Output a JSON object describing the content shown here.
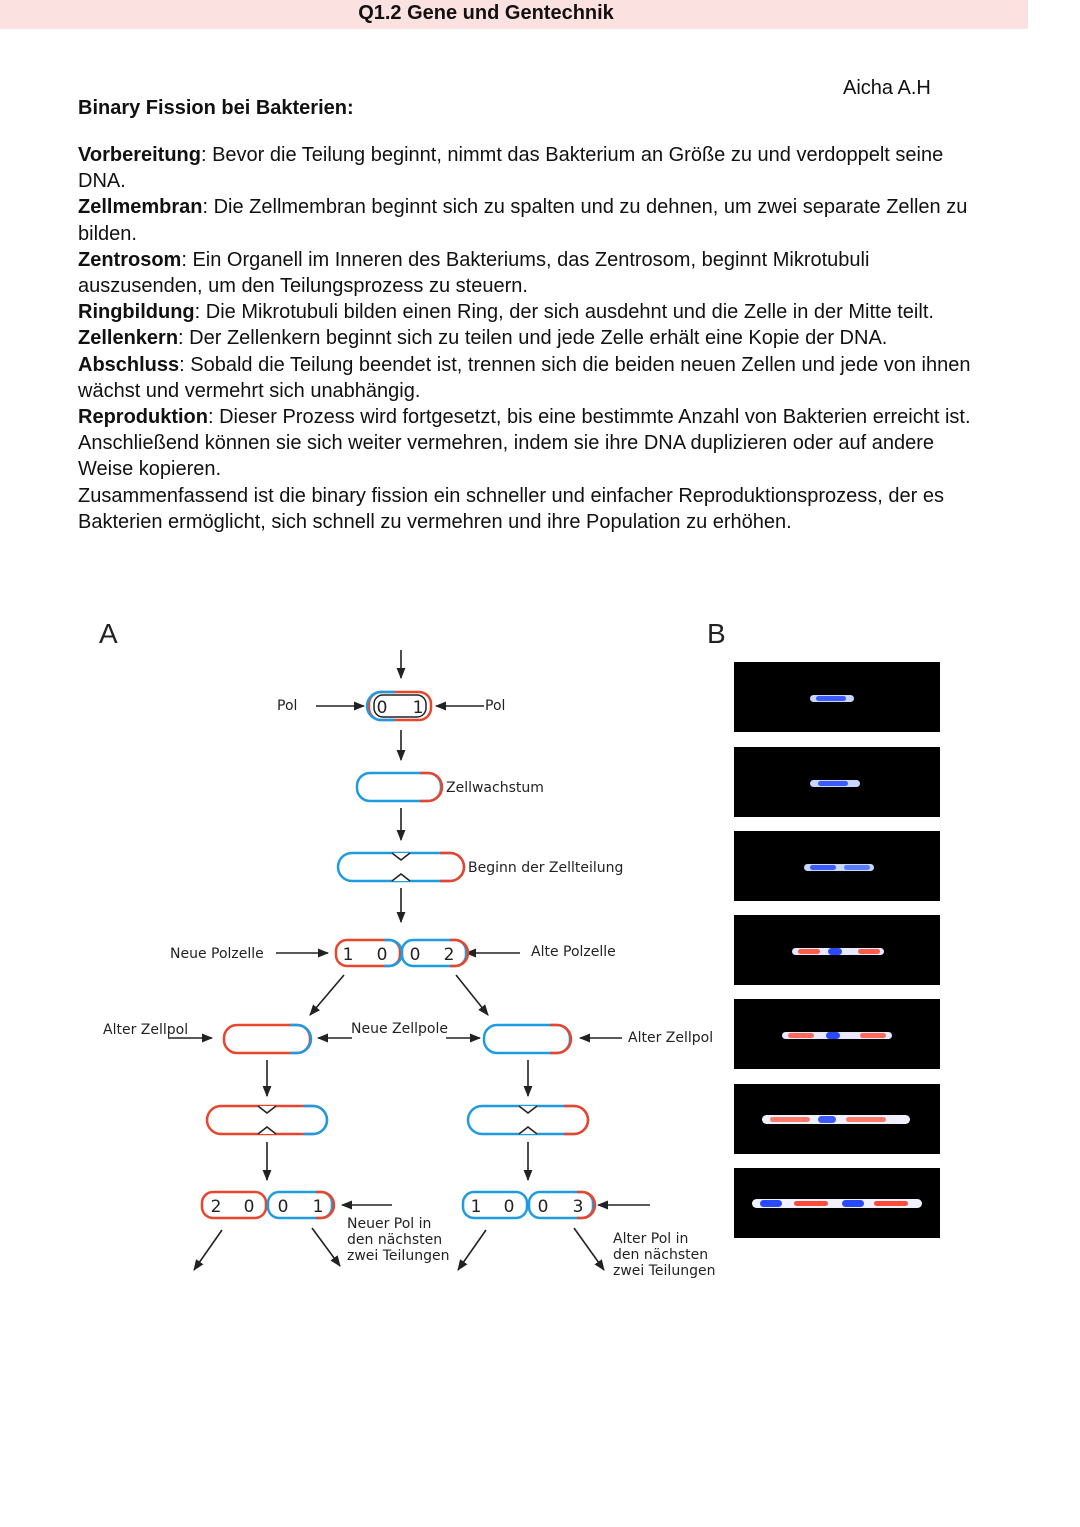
{
  "header": {
    "title": "Q1.2 Gene und Gentechnik"
  },
  "author": "Aicha A.H",
  "heading": "Binary Fission bei Bakterien:",
  "paragraphs": [
    {
      "term": "Vorbereitung",
      "text": ": Bevor die Teilung beginnt, nimmt das Bakterium an Größe zu und verdoppelt seine DNA."
    },
    {
      "term": "Zellmembran",
      "text": ": Die Zellmembran beginnt sich zu spalten und zu dehnen, um zwei separate Zellen zu bilden."
    },
    {
      "term": "Zentrosom",
      "text": ": Ein Organell im Inneren des Bakteriums, das Zentrosom, beginnt Mikrotubuli auszusenden, um den Teilungsprozess zu steuern."
    },
    {
      "term": "Ringbildung",
      "text": ": Die Mikrotubuli bilden einen Ring, der sich ausdehnt und die Zelle in der Mitte teilt."
    },
    {
      "term": "Zellenkern",
      "text": ": Der Zellenkern beginnt sich zu teilen und jede Zelle erhält eine Kopie der DNA."
    },
    {
      "term": "Abschluss",
      "text": ": Sobald die Teilung beendet ist, trennen sich die beiden neuen Zellen und jede von ihnen wächst und vermehrt sich unabhängig."
    },
    {
      "term": "Reproduktion",
      "text": ": Dieser Prozess wird fortgesetzt, bis eine bestimmte Anzahl von Bakterien erreicht ist. Anschließend können sie sich weiter vermehren, indem sie ihre DNA duplizieren oder auf andere Weise kopieren."
    },
    {
      "term": "",
      "text": "Zusammenfassend ist die binary fission ein schneller und einfacher Reproduktionsprozess, der es Bakterien ermöglicht, sich schnell zu vermehren und ihre Population zu erhöhen."
    }
  ],
  "figure": {
    "panel_a": "A",
    "panel_b": "B",
    "labels": {
      "pol_left": "Pol",
      "pol_right": "Pol",
      "zellwachstum": "Zellwachstum",
      "beginn": "Beginn der Zellteilung",
      "neue_polzelle": "Neue Polzelle",
      "alte_polzelle": "Alte Polzelle",
      "alter_zellpol_left": "Alter Zellpol",
      "neue_zellpole": "Neue Zellpole",
      "alter_zellpol_right": "Alter Zellpol",
      "neuer_pol": "Neuer Pol in\nden nächsten\nzwei Teilungen",
      "alter_pol": "Alter Pol in\nden nächsten\nzwei Teilungen"
    },
    "cell_numbers": {
      "first": [
        "0",
        "1"
      ],
      "split": [
        "1",
        "0",
        "0",
        "2"
      ],
      "left": [
        "2",
        "0",
        "0",
        "1"
      ],
      "right": [
        "1",
        "0",
        "0",
        "3"
      ]
    },
    "colors": {
      "old_pole": "#e8452c",
      "new_pole": "#1f9be0",
      "arrow": "#222222"
    },
    "micrographs": [
      {
        "frame": 1
      },
      {
        "frame": 2
      },
      {
        "frame": 3
      },
      {
        "frame": 4
      },
      {
        "frame": 5
      },
      {
        "frame": 6
      },
      {
        "frame": 7
      }
    ]
  }
}
